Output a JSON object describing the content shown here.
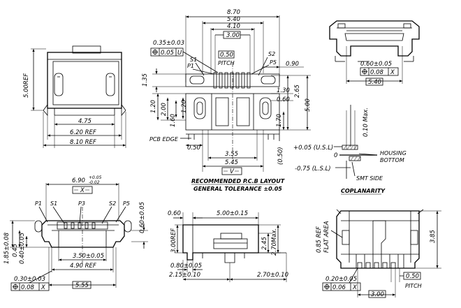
{
  "top_left_view": {
    "height_ref": "5.00REF",
    "d1": "4.75",
    "d2": "6.20 REF",
    "d3": "8.10 REF"
  },
  "pcb_layout": {
    "w_870": "8.70",
    "w_540": "5.40",
    "w_410": "4.10",
    "w_300": "3.00",
    "tol_035": "0.35±0.03",
    "gtol_005u": "0.05",
    "datum_u": "U",
    "w_050": "0.50",
    "pitch": "PITCH",
    "s1": "S1",
    "p1": "P1",
    "s2": "S2",
    "p5": "P5",
    "d_090": "0.90",
    "d_135": "1.35",
    "d_130": "1.30",
    "d_060": "0.60",
    "d_265": "2.65",
    "d_500": "5.00",
    "d_120a": "1.20",
    "d_200": "2.00",
    "d_120b": "1.20",
    "d_160": "1.60",
    "d_170": "1.70",
    "pcb_edge": "PCB EDGE",
    "d_050b": "0.50",
    "d_355": "3.55",
    "d_545": "5.45",
    "datum_v": "V",
    "d_050p": "(0.50)",
    "caption1": "RECOMMENDED P.C.B LAYOUT",
    "caption2": "GENERAL TOLERANCE ±0.05"
  },
  "top_right_view": {
    "tol_060": "0.60±0.05",
    "gtol_008": "0.08",
    "datum_x": "X",
    "w_540": "5.40"
  },
  "coplanarity": {
    "max_010": "0.10 Max.",
    "usl": "+0.05 (U.S.L)",
    "zero": "0",
    "lsl": "-0.75 (L.S.L)",
    "housing_bottom_1": "HOUSING",
    "housing_bottom_2": "BOTTOM",
    "smt_side": "SMT SIDE",
    "caption": "COPLANARITY"
  },
  "front_view": {
    "w_690": "6.90",
    "tol_690_up": "+0.05",
    "tol_690_dn": "-0.02",
    "datum_x": "X",
    "p1": "P1",
    "s1": "S1",
    "p3": "P3",
    "s2": "S2",
    "p5": "P5",
    "d_060r": "0.60±0.05",
    "d_185": "1.85±0.08",
    "d_045": "0.45",
    "d_040": "0.40±0.05",
    "d_350": "3.50±0.05",
    "d_490": "4.90 REF",
    "tol_030": "0.30±0.03",
    "gtol_008": "0.08",
    "datum_x2": "X",
    "d_555": "5.55"
  },
  "side_view": {
    "d_060": "0.60",
    "d_500": "5.00±0.15",
    "d_300": "3.00REF",
    "d_245": "2.45",
    "d_270": "2.70Max.",
    "d_080": "0.80±0.05",
    "d_215": "2.15±0.10",
    "d_270b": "2.70±0.10"
  },
  "bottom_right_view": {
    "flat_area_1": "0.85 REF",
    "flat_area_2": "FLAT AREA",
    "d_385": "3.85",
    "tol_020": "0.20±0.05",
    "gtol_006": "0.06",
    "datum_x": "X",
    "d_050": "0.50",
    "pitch": "PITCH",
    "d_300": "3.00"
  }
}
